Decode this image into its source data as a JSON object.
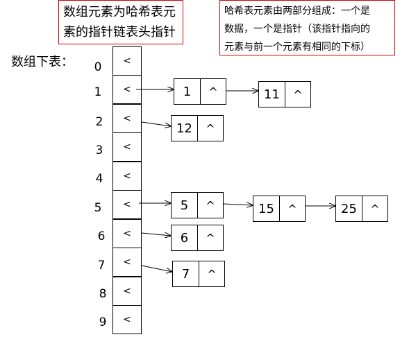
{
  "notes": {
    "left_lines": [
      "数组元素为哈希表元",
      "素的指针链表头指针"
    ],
    "right_lines": [
      "哈希表元素由两部分组成：一个是",
      "数据，一个是指针（该指针指向的",
      "元素与前一个元素有相同的下标）"
    ]
  },
  "array_label": "数组下表：",
  "bucket_symbol": "<",
  "node_pointer_symbol": "^",
  "indices": [
    "0",
    "1",
    "2",
    "3",
    "4",
    "5",
    "6",
    "7",
    "8",
    "9"
  ],
  "chains": [
    {
      "index": "1",
      "values": [
        "1",
        "11"
      ]
    },
    {
      "index": "2",
      "values": [
        "12"
      ]
    },
    {
      "index": "5",
      "values": [
        "5",
        "15",
        "25"
      ]
    },
    {
      "index": "6",
      "values": [
        "6"
      ]
    },
    {
      "index": "7",
      "values": [
        "7"
      ]
    }
  ],
  "colors": {
    "note_border": "#cc0000",
    "line": "#000000"
  }
}
